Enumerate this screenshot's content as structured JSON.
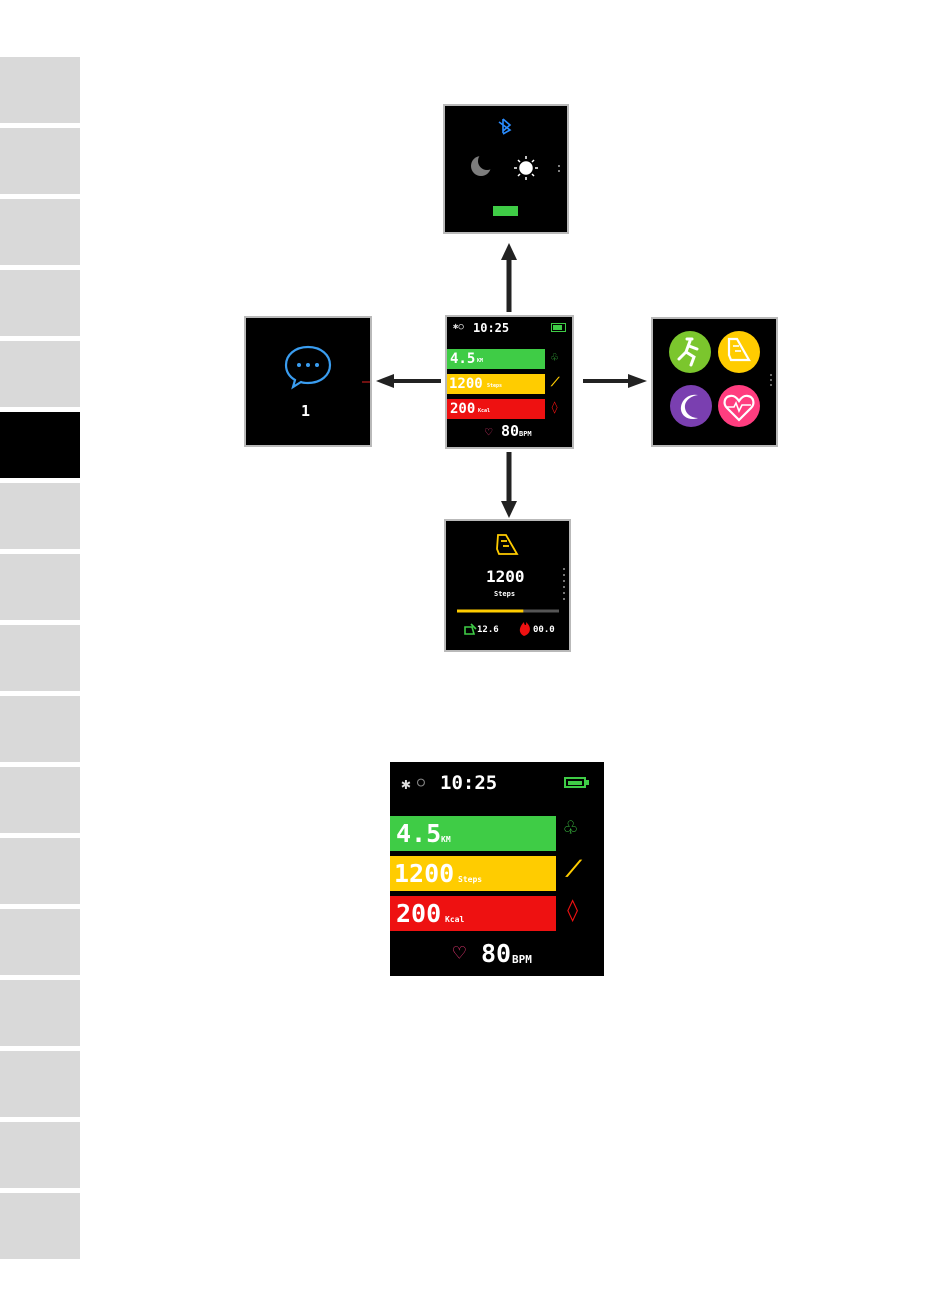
{
  "watch": {
    "time": "10:25",
    "distance": {
      "value": "4.5",
      "unit": "KM"
    },
    "steps": {
      "value": "1200",
      "unit": "Steps"
    },
    "calories": {
      "value": "200",
      "unit": "Kcal"
    },
    "heart_rate": {
      "value": "80",
      "unit": "BPM"
    }
  },
  "message_screen": {
    "count": "1"
  },
  "steps_screen": {
    "steps": "1200",
    "label": "Steps",
    "progress": 0.65,
    "distance": "12.6",
    "calories": "00.0"
  },
  "colors": {
    "distance": "#3fcc46",
    "steps": "#ffcc00",
    "calories": "#ee1111",
    "heart": "#ff3d7f",
    "bluetooth": "#2a8cff",
    "battery": "#3fcc46",
    "message": "#3a9df0",
    "sport": "#7bc62d",
    "sleep": "#7a3fb0"
  }
}
